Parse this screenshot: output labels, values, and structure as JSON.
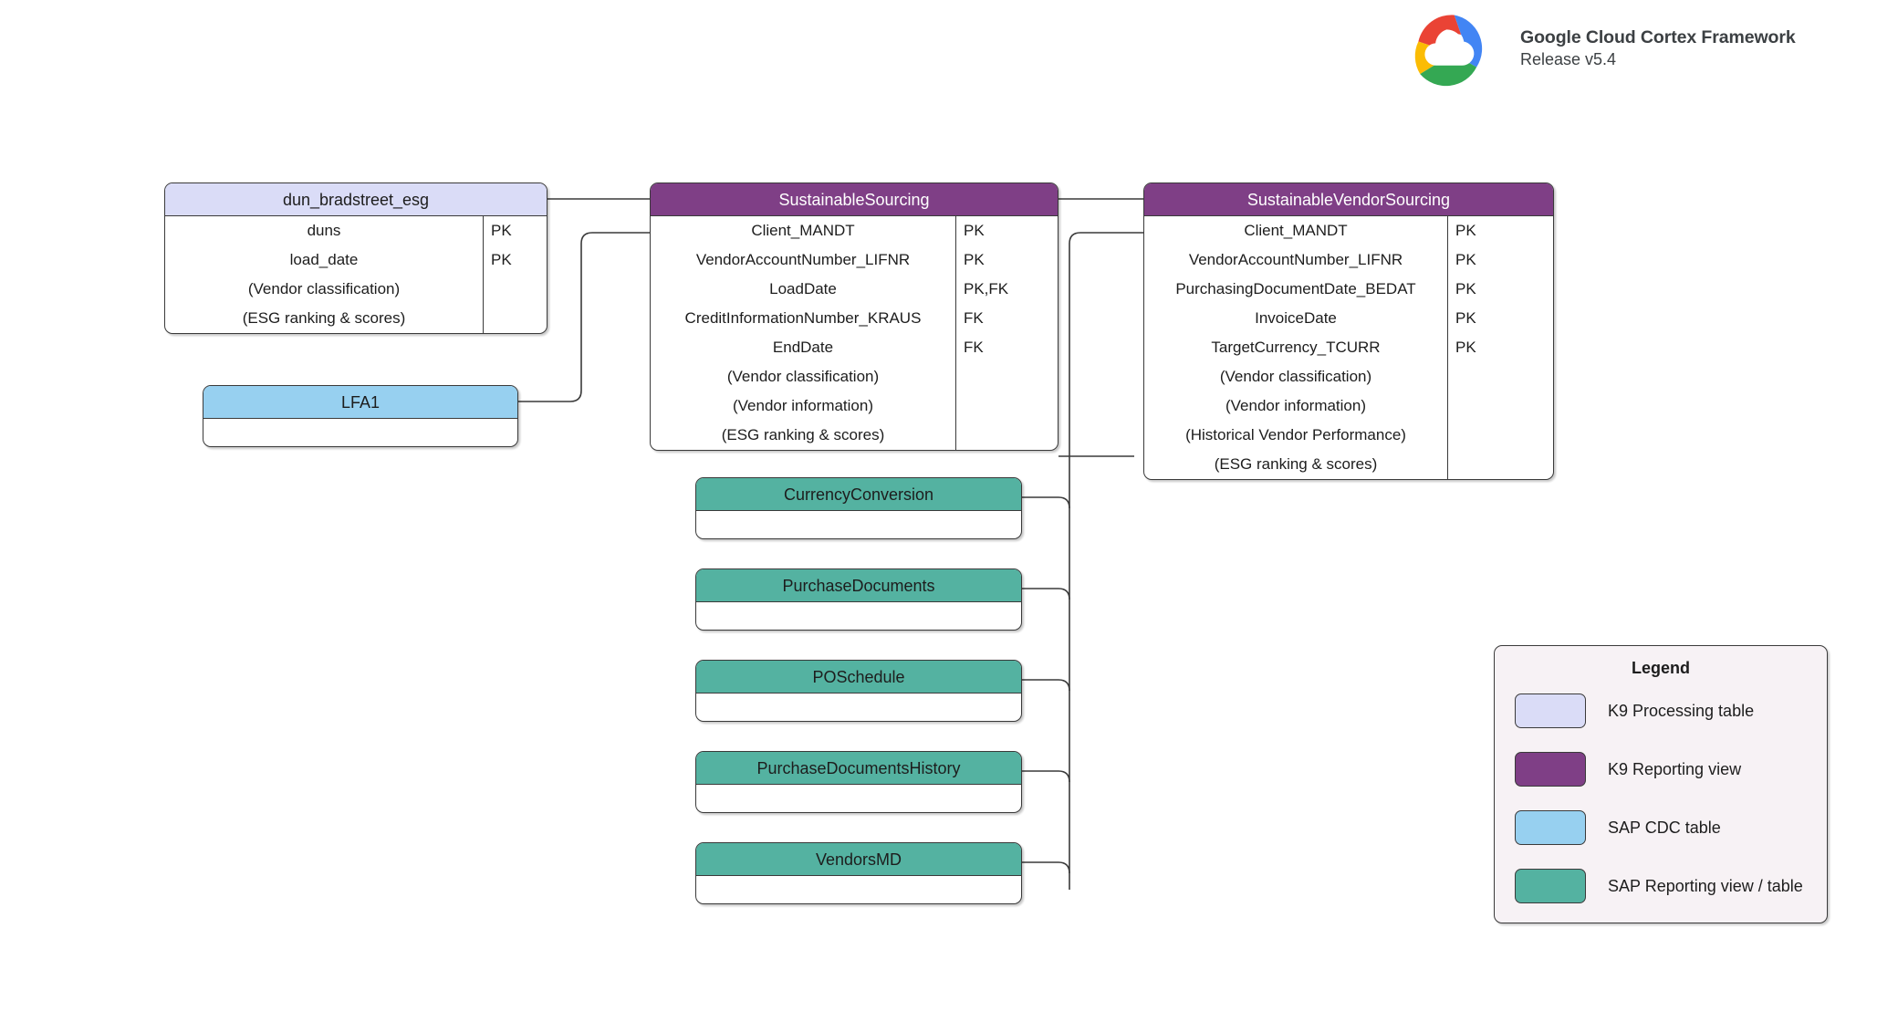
{
  "brand": {
    "title": "Google Cloud Cortex Framework",
    "release": "Release v5.4",
    "logo_icon": "google-cloud-logo",
    "colors": {
      "red": "#ea4335",
      "blue": "#4285f4",
      "yellow": "#fbbc04",
      "green": "#34a853",
      "text": "#3c4043"
    }
  },
  "palette": {
    "k9_processing_table": "#dadcf7",
    "k9_reporting_view": "#7f3f86",
    "sap_cdc_table": "#97d0f0",
    "sap_reporting_view": "#54b2a1",
    "border": "#3a3a3a",
    "legend_background": "#f7f2f5",
    "canvas": "#ffffff"
  },
  "entities": [
    {
      "id": "dun_bradstreet_esg",
      "name": "dun_bradstreet_esg",
      "kind": "k9proc",
      "fields": [
        {
          "name": "duns",
          "key": "PK"
        },
        {
          "name": "load_date",
          "key": "PK"
        },
        {
          "name": "(Vendor classification)",
          "key": ""
        },
        {
          "name": "(ESG ranking & scores)",
          "key": ""
        }
      ]
    },
    {
      "id": "sustainable_sourcing",
      "name": "SustainableSourcing",
      "kind": "k9view",
      "fields": [
        {
          "name": "Client_MANDT",
          "key": "PK"
        },
        {
          "name": "VendorAccountNumber_LIFNR",
          "key": "PK"
        },
        {
          "name": "LoadDate",
          "key": "PK,FK"
        },
        {
          "name": "CreditInformationNumber_KRAUS",
          "key": "FK"
        },
        {
          "name": "EndDate",
          "key": "FK"
        },
        {
          "name": "(Vendor classification)",
          "key": ""
        },
        {
          "name": "(Vendor information)",
          "key": ""
        },
        {
          "name": "(ESG ranking & scores)",
          "key": ""
        }
      ]
    },
    {
      "id": "sustainable_vendor_sourcing",
      "name": "SustainableVendorSourcing",
      "kind": "k9view",
      "fields": [
        {
          "name": "Client_MANDT",
          "key": "PK"
        },
        {
          "name": "VendorAccountNumber_LIFNR",
          "key": "PK"
        },
        {
          "name": "PurchasingDocumentDate_BEDAT",
          "key": "PK"
        },
        {
          "name": "InvoiceDate",
          "key": "PK"
        },
        {
          "name": "TargetCurrency_TCURR",
          "key": "PK"
        },
        {
          "name": "(Vendor classification)",
          "key": ""
        },
        {
          "name": "(Vendor information)",
          "key": ""
        },
        {
          "name": "(Historical Vendor Performance)",
          "key": ""
        },
        {
          "name": "(ESG ranking & scores)",
          "key": ""
        }
      ]
    },
    {
      "id": "lfa1",
      "name": "LFA1",
      "kind": "sapcdc",
      "fields": []
    },
    {
      "id": "currency_conversion",
      "name": "CurrencyConversion",
      "kind": "sapview",
      "fields": []
    },
    {
      "id": "purchase_documents",
      "name": "PurchaseDocuments",
      "kind": "sapview",
      "fields": []
    },
    {
      "id": "po_schedule",
      "name": "POSchedule",
      "kind": "sapview",
      "fields": []
    },
    {
      "id": "purchase_documents_history",
      "name": "PurchaseDocumentsHistory",
      "kind": "sapview",
      "fields": []
    },
    {
      "id": "vendors_md",
      "name": "VendorsMD",
      "kind": "sapview",
      "fields": []
    }
  ],
  "legend": {
    "title": "Legend",
    "items": [
      {
        "label": "K9 Processing table",
        "color": "#dadcf7"
      },
      {
        "label": "K9 Reporting view",
        "color": "#7f3f86"
      },
      {
        "label": "SAP CDC table",
        "color": "#97d0f0"
      },
      {
        "label": "SAP Reporting view / table",
        "color": "#54b2a1"
      }
    ]
  }
}
